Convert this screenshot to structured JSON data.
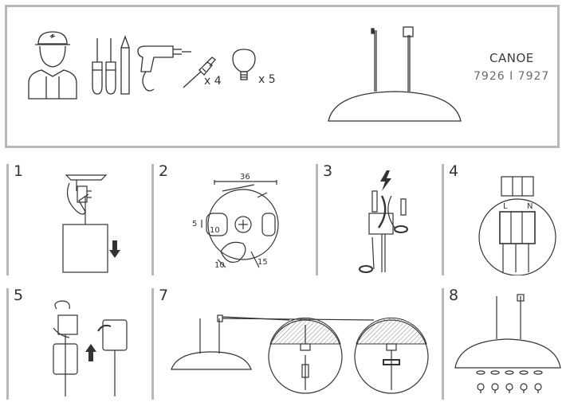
{
  "header": {
    "product_name": "CANOE",
    "product_codes": "7926 I 7927",
    "anchor_qty": "x 4",
    "bulb_qty": "x 5"
  },
  "steps": [
    {
      "number": "1"
    },
    {
      "number": "2",
      "dims": {
        "width": "36",
        "hole": "5",
        "slot": "10",
        "edge": "10",
        "depth": "15"
      }
    },
    {
      "number": "3"
    },
    {
      "number": "4",
      "terminals": [
        "L",
        "N"
      ]
    },
    {
      "number": "5"
    },
    {
      "number": "7"
    },
    {
      "number": "8"
    }
  ],
  "colors": {
    "frame": "#b8b8b8",
    "line": "#333333",
    "hatch": "#888888"
  }
}
